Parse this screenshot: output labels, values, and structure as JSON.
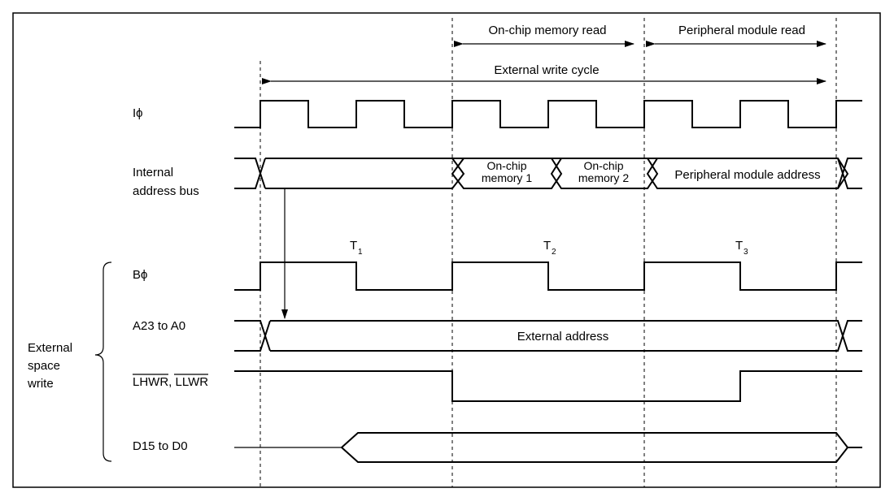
{
  "header": {
    "onchip_read": "On-chip memory read",
    "peripheral_read": "Peripheral module read",
    "external_write_cycle": "External write cycle"
  },
  "signals": {
    "i_clock_main": "I",
    "b_clock_main": "B",
    "phi": "ϕ",
    "internal_bus_line1": "Internal",
    "internal_bus_line2": "address bus",
    "address_bus": "A23 to A0",
    "write_strobe": "LHWR, LLWR",
    "data_bus": "D15 to D0"
  },
  "bus_values": {
    "onchip1_line1": "On-chip",
    "onchip1_line2": "memory 1",
    "onchip2_line1": "On-chip",
    "onchip2_line2": "memory 2",
    "peripheral_address": "Peripheral module address",
    "external_address": "External address"
  },
  "states": {
    "t1": "T",
    "t1_sub": "1",
    "t2": "T",
    "t2_sub": "2",
    "t3": "T",
    "t3_sub": "3"
  },
  "group": {
    "line1": "External",
    "line2": "space",
    "line3": "write"
  }
}
